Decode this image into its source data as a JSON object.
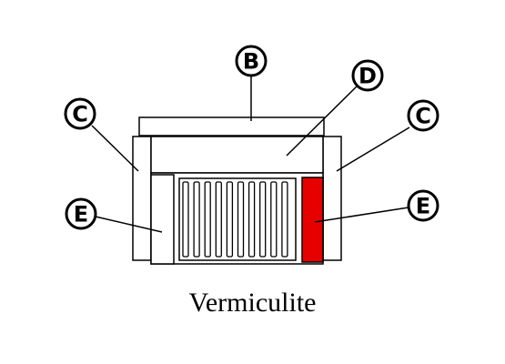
{
  "colors": {
    "outline": "#000000",
    "panel_fill": "#ffffff",
    "ignition_element": "#e60000"
  },
  "callouts": {
    "b": "B",
    "d": "D",
    "c_left": "C",
    "c_right": "C",
    "e_left": "E",
    "e_right": "E"
  },
  "caption": "Vermiculite"
}
